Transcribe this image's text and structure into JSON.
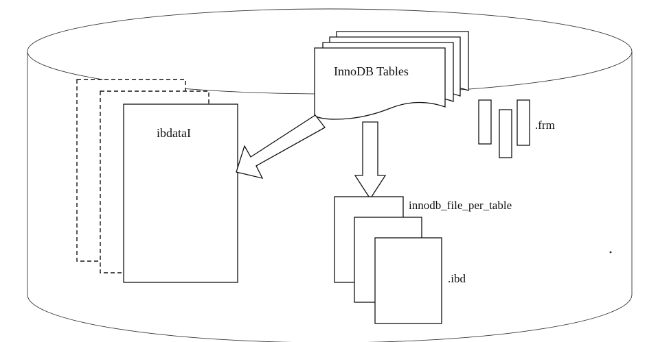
{
  "diagram": {
    "innodb_tables_label": "InnoDB Tables",
    "ibdata_label": "ibdataI",
    "frm_label": ".frm",
    "file_per_table_label": "innodb_file_per_table",
    "ibd_label": ".ibd"
  }
}
